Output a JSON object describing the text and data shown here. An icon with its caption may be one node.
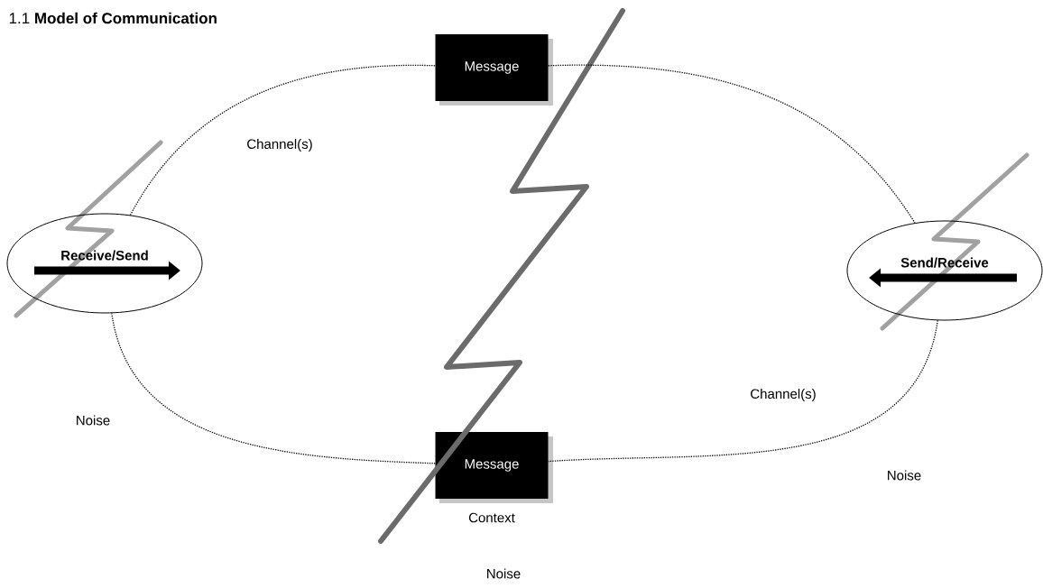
{
  "diagram": {
    "title": "1.1 **Model of Communication**",
    "nodes": [
      {
        "text": [
          "Message"
        ]
      },
      {
        "text": [
          "Receive/Send"
        ]
      },
      {
        "text": [
          "Send/Receive"
        ]
      },
      {
        "text": [
          "Message"
        ],
        "beside": [
          "Context"
        ]
      }
    ],
    "edges": [
      {
        "from": 1,
        "to": 0,
        "arrow": "none",
        "style": "dashed"
      },
      {
        "from": 0,
        "to": 2,
        "arrow": "none",
        "style": "dashed"
      },
      {
        "from": 2,
        "to": 3,
        "arrow": "none",
        "style": "dashed"
      },
      {
        "from": 3,
        "to": 1,
        "arrow": "none",
        "style": "dashed"
      }
    ],
    "labels": [
      "Channel(s)",
      "Channel(s)",
      "Noise",
      "Noise",
      "Noise"
    ]
  }
}
